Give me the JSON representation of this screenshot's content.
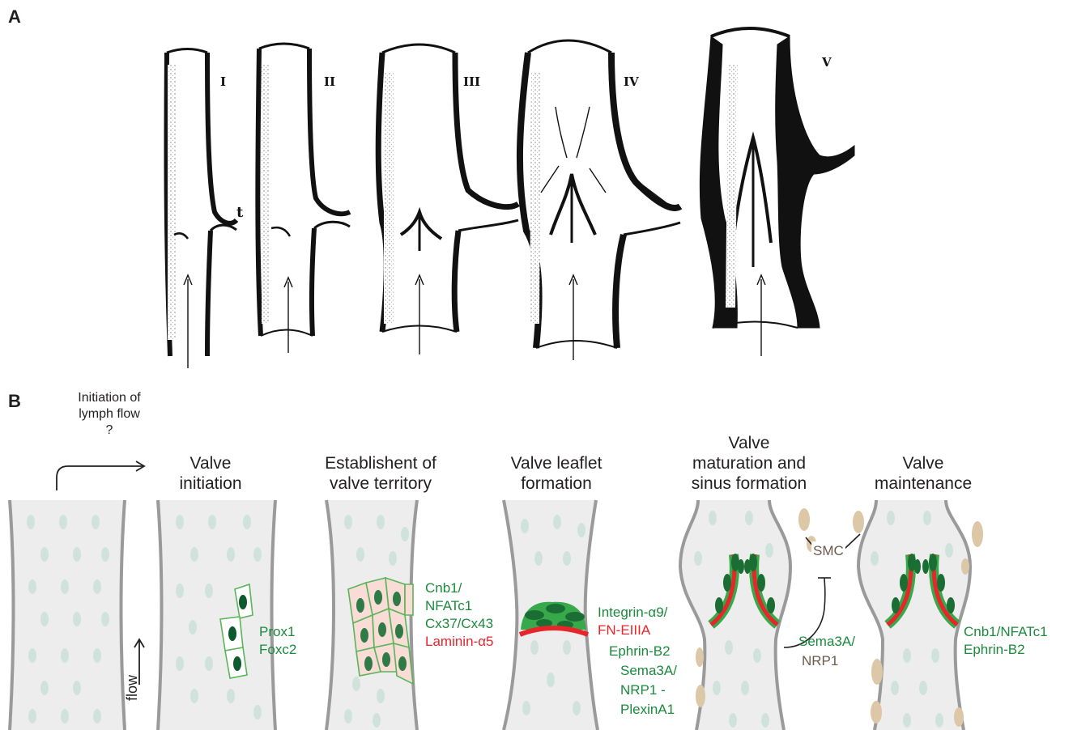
{
  "panel_a": {
    "letter": "A",
    "stage_numerals": [
      "I",
      "II",
      "III",
      "IV",
      "V"
    ],
    "tributary_mark": "t"
  },
  "panel_b": {
    "letter": "B",
    "initiation_label": "Initiation of\nlymph flow\n?",
    "flow_label": "flow",
    "stages": [
      {
        "title": "Valve\ninitiation"
      },
      {
        "title": "Establishent of\nvalve territory"
      },
      {
        "title": "Valve leaflet\nformation"
      },
      {
        "title": "Valve\nmaturation and\nsinus formation"
      },
      {
        "title": "Valve\nmaintenance"
      }
    ],
    "markers": {
      "initiation": [
        "Prox1",
        "Foxc2"
      ],
      "territory_green": [
        "Cnb1/",
        "NFATc1",
        "Cx37/Cx43"
      ],
      "territory_red": "Laminin-α5",
      "leaflet_green_1": "Integrin-α9/",
      "leaflet_red": "FN-EIIIA",
      "leaflet_green_2": [
        "Ephrin-B2",
        "Sema3A/",
        "NRP1 -",
        "PlexinA1"
      ],
      "maturation_smc": "SMC",
      "maturation_signal": [
        "Sema3A/",
        "NRP1"
      ],
      "maintenance": [
        "Cnb1/NFATc1",
        "Ephrin-B2"
      ]
    },
    "colors": {
      "marker_green": "#1b8a3d",
      "marker_red": "#e8252b",
      "vessel_fill": "#ededed",
      "vessel_border": "#9a9a9a",
      "nuclei_light": "#cfe3dc",
      "nuclei_dark": "#0e5a2c",
      "smc_tan": "#dcc7a6"
    }
  }
}
